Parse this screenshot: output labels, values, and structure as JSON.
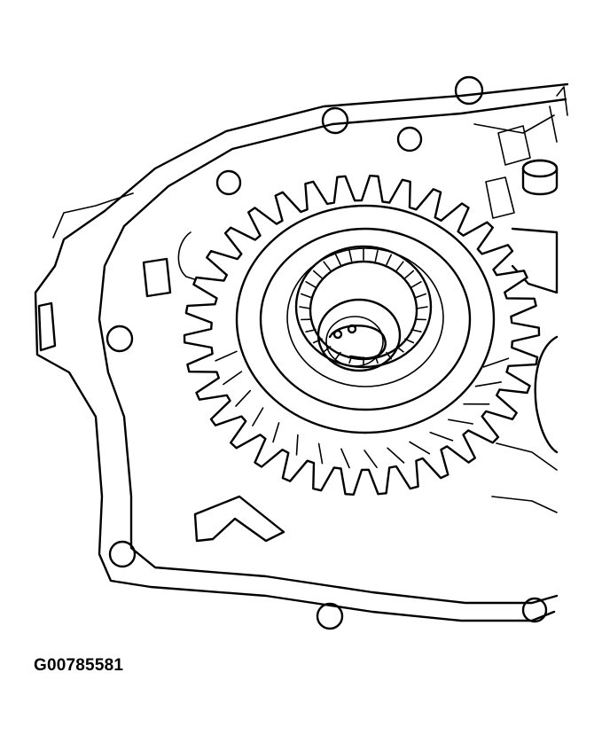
{
  "figure": {
    "id_label": "G00785581",
    "gear_teeth": 34,
    "bearing_rollers": 28,
    "icon": "gear-housing-illustration"
  }
}
